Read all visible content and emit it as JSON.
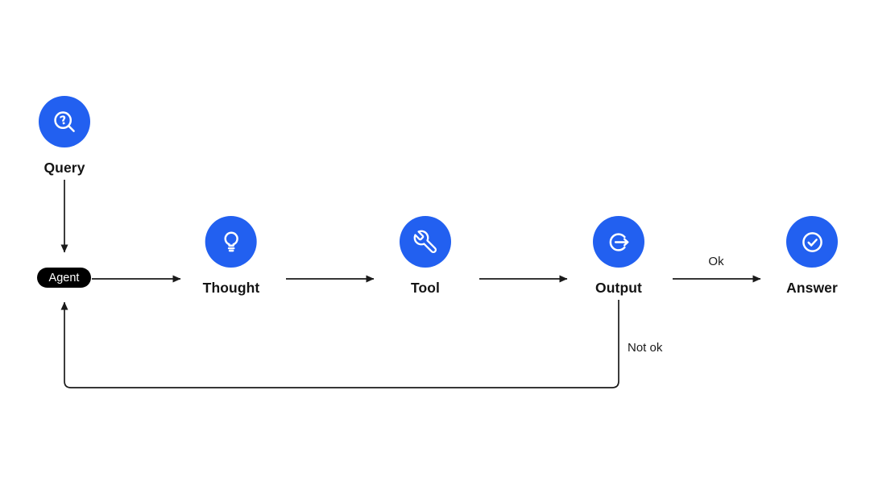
{
  "colors": {
    "background": "#ffffff",
    "accent_blue": "#2260f0",
    "edge_color": "#1a1a1a",
    "label_color": "#141414",
    "agent_pill_bg": "#000000",
    "agent_pill_text": "#ffffff",
    "icon_color": "#ffffff"
  },
  "nodes": {
    "query": {
      "label": "Query",
      "icon": "search-question-icon",
      "icon_glyph": "?"
    },
    "agent": {
      "label": "Agent",
      "shape": "pill"
    },
    "thought": {
      "label": "Thought",
      "icon": "lightbulb-icon"
    },
    "tool": {
      "label": "Tool",
      "icon": "wrench-icon"
    },
    "output": {
      "label": "Output",
      "icon": "output-arrow-icon"
    },
    "answer": {
      "label": "Answer",
      "icon": "check-circle-icon"
    }
  },
  "edges": [
    {
      "from": "Query",
      "to": "Agent",
      "label": ""
    },
    {
      "from": "Agent",
      "to": "Thought",
      "label": ""
    },
    {
      "from": "Thought",
      "to": "Tool",
      "label": ""
    },
    {
      "from": "Tool",
      "to": "Output",
      "label": ""
    },
    {
      "from": "Output",
      "to": "Answer",
      "label": "Ok"
    },
    {
      "from": "Output",
      "to": "Agent",
      "label": "Not ok"
    }
  ]
}
